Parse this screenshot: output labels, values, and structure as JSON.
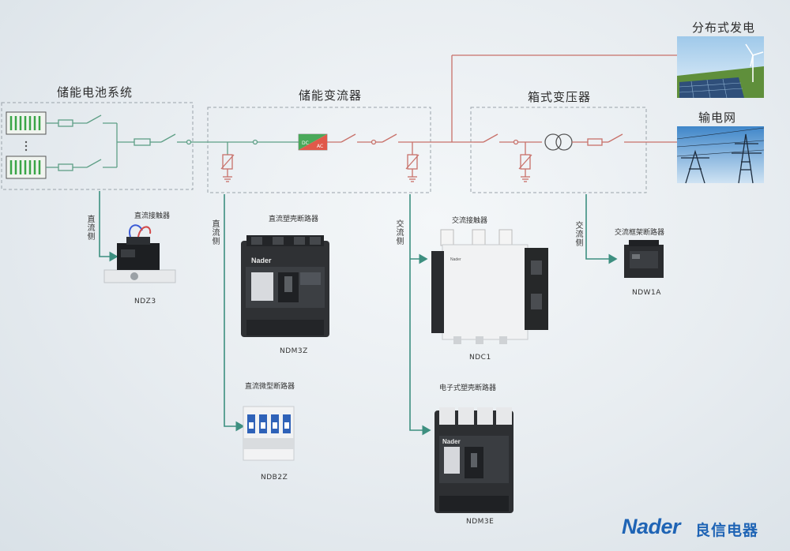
{
  "sections": {
    "battery": "储能电池系统",
    "pcs": "储能变流器",
    "box_transformer": "箱式变压器",
    "distributed_gen": "分布式发电",
    "grid": "输电网"
  },
  "side_labels": {
    "dc1": "直流侧",
    "dc2": "直流侧",
    "ac1": "交流侧",
    "ac2": "交流侧"
  },
  "pcs_symbol": {
    "dc": "DC",
    "ac": "AC"
  },
  "products": [
    {
      "name": "直流接触器",
      "model": "NDZ3"
    },
    {
      "name": "直流塑壳断路器",
      "model": "NDM3Z"
    },
    {
      "name": "交流接触器",
      "model": "NDC1"
    },
    {
      "name": "交流框架断路器",
      "model": "NDW1A"
    },
    {
      "name": "直流微型断路器",
      "model": "NDB2Z"
    },
    {
      "name": "电子式塑壳断路器",
      "model": "NDM3E"
    }
  ],
  "device_text": {
    "nader": "Nader"
  },
  "brand": {
    "en": "Nader",
    "cn": "良信电器",
    "color": "#1f64b5"
  },
  "colors": {
    "line_green": "#5e9f86",
    "line_red": "#c8716a",
    "box_dash": "#9aa3aa",
    "arrow_teal": "#3d8f80"
  }
}
